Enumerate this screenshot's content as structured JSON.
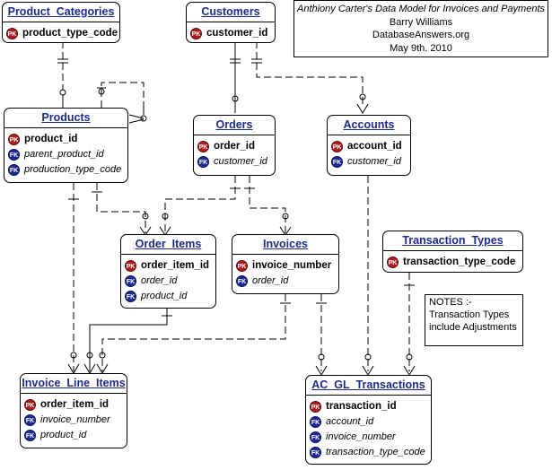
{
  "header": {
    "line1": "Anthiony Carter's Data Model for Invoices and Payments",
    "line2": "Barry Williams",
    "line3": "DatabaseAnswers.org",
    "line4": "May  9th. 2010"
  },
  "notes": {
    "line1": "NOTES :-",
    "line2": "Transaction Types",
    "line3": "include Adjustments"
  },
  "key_labels": {
    "pk": "PK",
    "fk": "FK"
  },
  "colors": {
    "title": "#1d2a8c",
    "pk": "#b01c1c",
    "fk": "#1c2a96"
  },
  "entities": {
    "product_categories": {
      "title": "Product_Categories",
      "fields": [
        "product_type_code"
      ]
    },
    "customers": {
      "title": "Customers",
      "fields": [
        "customer_id"
      ]
    },
    "products": {
      "title": "Products",
      "fields": [
        "product_id",
        "parent_product_id",
        "production_type_code"
      ]
    },
    "orders": {
      "title": "Orders",
      "fields": [
        "order_id",
        "customer_id"
      ]
    },
    "accounts": {
      "title": "Accounts",
      "fields": [
        "account_id",
        "customer_id"
      ]
    },
    "order_items": {
      "title": "Order_Items",
      "fields": [
        "order_item_id",
        "order_id",
        "product_id"
      ]
    },
    "invoices": {
      "title": "Invoices",
      "fields": [
        "invoice_number",
        "order_id"
      ]
    },
    "transaction_types": {
      "title": "Transaction_Types",
      "fields": [
        "transaction_type_code"
      ]
    },
    "invoice_line_items": {
      "title": "Invoice_Line_Items",
      "fields": [
        "order_item_id",
        "invoice_number",
        "product_id"
      ]
    },
    "ac_gl_transactions": {
      "title": "AC_GL_Transactions",
      "fields": [
        "transaction_id",
        "account_id",
        "invoice_number",
        "transaction_type_code"
      ]
    }
  }
}
